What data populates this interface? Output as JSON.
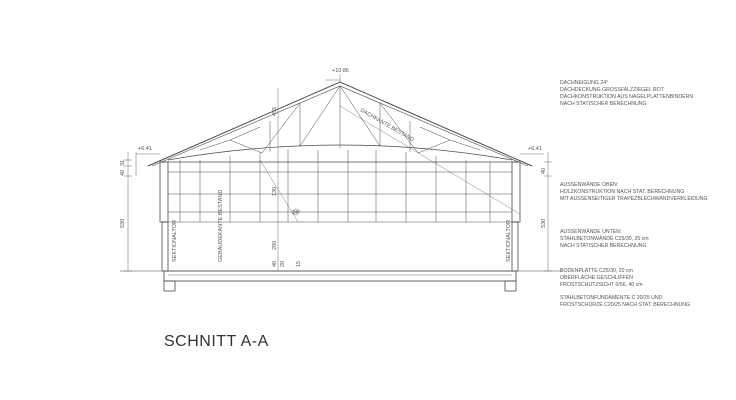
{
  "drawing": {
    "title": "SCHNITT A-A",
    "elevations": {
      "ridge": "+10.86",
      "eave_left": "+6.41",
      "eave_right": "+6.41"
    },
    "left_dims": [
      "31",
      "40",
      "530"
    ],
    "right_dims": [
      "40",
      "530"
    ],
    "inner_dims": [
      "455",
      "130",
      "280",
      "40",
      "20",
      "15"
    ],
    "inner_labels": {
      "dachkante": "DACHKANTE BESTAND",
      "gebaeudekante": "GEBÄUDEKANTE BESTAND",
      "sektionaltor_left": "SEKTIONALTOR",
      "sektionaltor_right": "SEKTIONALTOR"
    },
    "slope_mark": "24°"
  },
  "notes": {
    "roof": [
      "DACHNEIGUNG 24°",
      "DACHDECKUNG GROSSFALZZIEGEL ROT",
      "DACHKONSTRUKTION AUS NAGELPLATTENBINDERN",
      "NACH STATISCHER BERECHNUNG"
    ],
    "walls_upper": [
      "AUSSENWÄNDE OBEN:",
      "HOLZKONSTRUKTION NACH STAT. BERECHNUNG",
      "MIT AUSSENSEITIGER TRAPEZBLECHWANDVERKLEIDUNG"
    ],
    "walls_lower": [
      "AUSSENWÄNDE UNTEN:",
      "STAHLBETONWÄNDE C25/30, 25 cm",
      "NACH STATISCHER BERECHNUNG"
    ],
    "slab": [
      "BODENPLATTE C25/30, 20 cm",
      "OBERFLÄCHE GESCHLIFFEN",
      "FROSTSCHUTZSICHT 0/56, 40 cm"
    ],
    "foundation": [
      "STAHLBETONFUNDAMENTE C 20/25 UND",
      "FROSTSCHÜRZE C20/25 NACH STAT. BERECHNUNG"
    ]
  }
}
